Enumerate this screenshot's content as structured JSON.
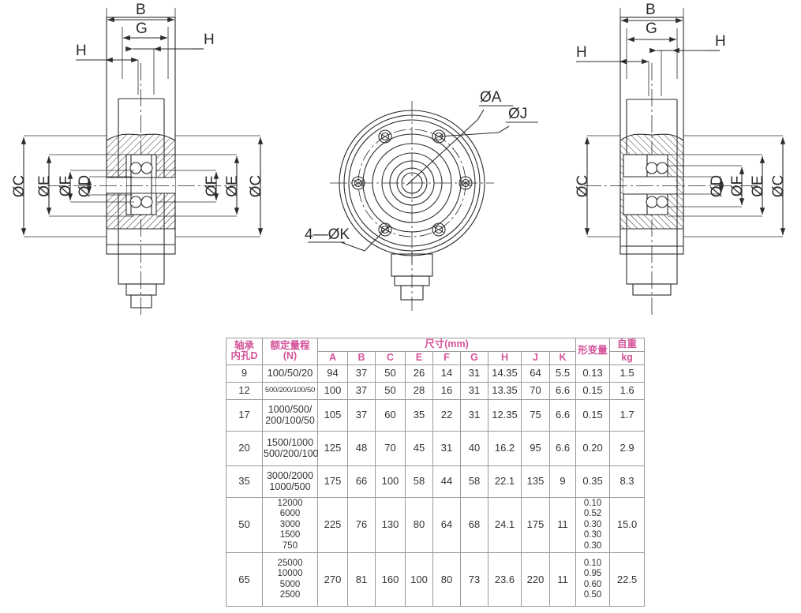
{
  "drawings": {
    "left_view": {
      "name": "sectional-side-view-left",
      "labels": {
        "width_total": "B",
        "width_inner": "G",
        "offset_left": "H",
        "offset_right": "H",
        "dia_outer_left": "ØC",
        "dia_outer_right": "ØC",
        "dia_e_left": "ØE",
        "dia_e_right": "ØE",
        "dia_f_left": "ØF",
        "dia_f_right": "ØF",
        "dia_d": "ØD"
      }
    },
    "center_view": {
      "name": "front-plan-view",
      "labels": {
        "dia_a": "ØA",
        "dia_j": "ØJ",
        "holes": "4—ØK"
      }
    },
    "right_view": {
      "name": "sectional-side-view-right",
      "labels": {
        "width_total": "B",
        "width_inner": "G",
        "offset_left": "H",
        "offset_right": "H",
        "dia_outer_left": "ØC",
        "dia_outer_right": "ØC",
        "dia_d": "ØD",
        "dia_f": "ØF",
        "dia_e": "ØE"
      }
    },
    "colors": {
      "line": "#2b2b2b",
      "hatch": "#2b2b2b",
      "background": "#ffffff"
    }
  },
  "table": {
    "header": {
      "bore": "轴承\n内孔D",
      "range": "额定量程(N)",
      "dimensions_group": "尺寸(mm)",
      "deformation": "形变量",
      "weight_group": "自重",
      "weight_unit": "kg",
      "letters": [
        "A",
        "B",
        "C",
        "E",
        "F",
        "G",
        "H",
        "J",
        "K"
      ]
    },
    "header_color": "#d4539a",
    "rows": [
      {
        "bore": "9",
        "range": "100/50/20",
        "range_style": "normal",
        "A": "94",
        "B": "37",
        "C": "50",
        "E": "26",
        "F": "14",
        "G": "31",
        "H": "14.35",
        "J": "64",
        "K": "5.5",
        "deformation": "0.13",
        "deformation_style": "normal",
        "weight": "1.5"
      },
      {
        "bore": "12",
        "range": "500/200/100/50",
        "range_style": "small",
        "A": "100",
        "B": "37",
        "C": "50",
        "E": "28",
        "F": "16",
        "G": "31",
        "H": "13.35",
        "J": "70",
        "K": "6.6",
        "deformation": "0.15",
        "deformation_style": "normal",
        "weight": "1.6"
      },
      {
        "bore": "17",
        "range": "1000/500/\n200/100/50",
        "range_style": "multi",
        "A": "105",
        "B": "37",
        "C": "60",
        "E": "35",
        "F": "22",
        "G": "31",
        "H": "12.35",
        "J": "75",
        "K": "6.6",
        "deformation": "0.15",
        "deformation_style": "normal",
        "weight": "1.7"
      },
      {
        "bore": "20",
        "range": "1500/1000\n500/200/100",
        "range_style": "multi",
        "A": "125",
        "B": "48",
        "C": "70",
        "E": "45",
        "F": "31",
        "G": "40",
        "H": "16.2",
        "J": "95",
        "K": "6.6",
        "deformation": "0.20",
        "deformation_style": "normal",
        "weight": "2.9"
      },
      {
        "bore": "35",
        "range": "3000/2000\n1000/500",
        "range_style": "multi",
        "A": "175",
        "B": "66",
        "C": "100",
        "E": "58",
        "F": "44",
        "G": "58",
        "H": "22.1",
        "J": "135",
        "K": "9",
        "deformation": "0.35",
        "deformation_style": "normal",
        "weight": "8.3"
      },
      {
        "bore": "50",
        "range": "12000\n6000\n3000\n1500\n750",
        "range_style": "stack",
        "A": "225",
        "B": "76",
        "C": "130",
        "E": "80",
        "F": "64",
        "G": "68",
        "H": "24.1",
        "J": "175",
        "K": "11",
        "deformation": "0.10\n0.52\n0.30\n0.30\n0.30",
        "deformation_style": "stack",
        "weight": "15.0"
      },
      {
        "bore": "65",
        "range": "25000\n10000\n5000\n2500",
        "range_style": "stack",
        "A": "270",
        "B": "81",
        "C": "160",
        "E": "100",
        "F": "80",
        "G": "73",
        "H": "23.6",
        "J": "220",
        "K": "11",
        "deformation": "0.10\n0.95\n0.60\n0.50",
        "deformation_style": "stack",
        "weight": "22.5"
      }
    ]
  }
}
